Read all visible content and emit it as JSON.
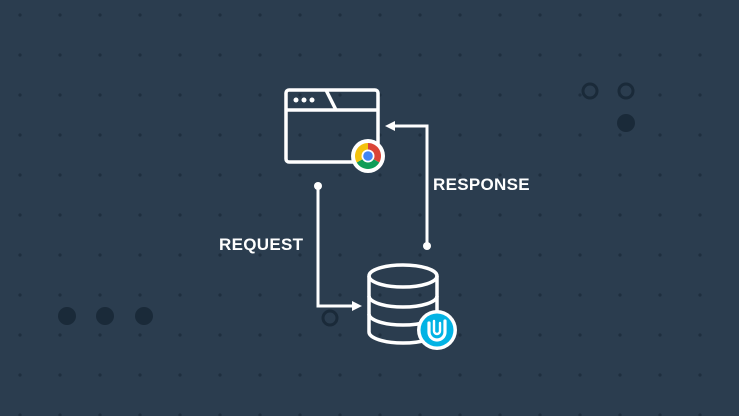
{
  "diagram": {
    "labels": {
      "request": "REQUEST",
      "response": "RESPONSE"
    },
    "nodes": {
      "client": {
        "kind": "browser window",
        "icon": "chrome-icon"
      },
      "server": {
        "kind": "database",
        "icon": "udacity-logo-icon"
      }
    },
    "edges": [
      {
        "from": "client",
        "to": "server",
        "label_ref": "request"
      },
      {
        "from": "server",
        "to": "client",
        "label_ref": "response"
      }
    ]
  },
  "colors": {
    "background": "#2b3d4f",
    "dot": "#1f2f3f",
    "stroke": "#ffffff",
    "udacity_blue": "#02b3e4",
    "chrome_red": "#db4437",
    "chrome_yellow": "#f4c20d",
    "chrome_green": "#0f9d58",
    "chrome_blue": "#4285f4"
  }
}
